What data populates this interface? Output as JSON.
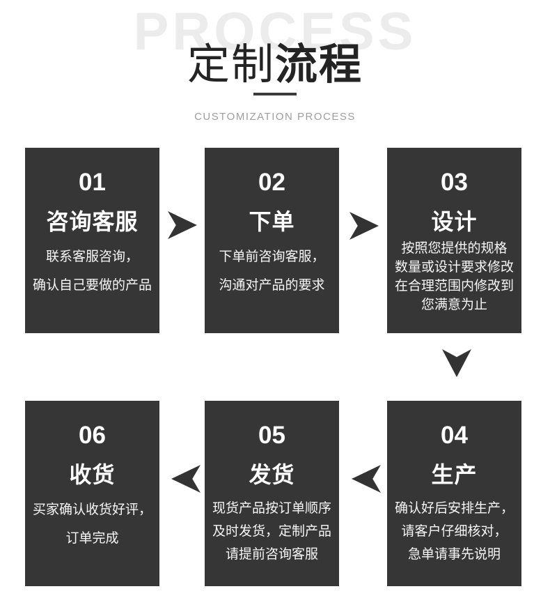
{
  "header": {
    "watermark": "PROCESS",
    "title_light": "定制",
    "title_bold": "流程",
    "subtitle": "CUSTOMIZATION PROCESS"
  },
  "steps": [
    {
      "num": "01",
      "title": "咨询客服",
      "desc": "联系客服咨询，\n确认自己要做的产品"
    },
    {
      "num": "02",
      "title": "下单",
      "desc": "下单前咨询客服，\n沟通对产品的要求"
    },
    {
      "num": "03",
      "title": "设计",
      "desc": "按照您提供的规格\n数量或设计要求修改\n在合理范围内修改到\n您满意为止"
    },
    {
      "num": "04",
      "title": "生产",
      "desc": "确认好后安排生产，\n请客户仔细核对，\n急单请事先说明"
    },
    {
      "num": "05",
      "title": "发货",
      "desc": "现货产品按订单顺序\n及时发货，定制产品\n请提前咨询客服"
    },
    {
      "num": "06",
      "title": "收货",
      "desc": "买家确认收货好评，\n订单完成"
    }
  ],
  "colors": {
    "box_bg": "#363636",
    "arrow": "#333333",
    "watermark": "#ececec",
    "title": "#242424",
    "subtitle": "#9e9e9e",
    "step_text": "#ffffff"
  }
}
